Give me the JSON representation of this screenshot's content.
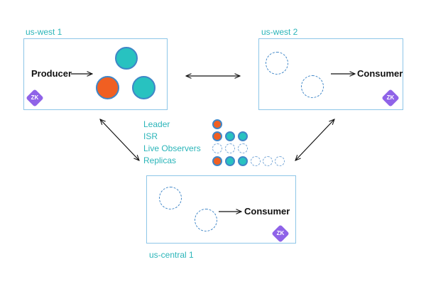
{
  "regions": {
    "us_west_1": {
      "label": "us-west 1"
    },
    "us_west_2": {
      "label": "us-west 2"
    },
    "us_central_1": {
      "label": "us-central 1"
    }
  },
  "clients": {
    "producer": "Producer",
    "consumer_west2": "Consumer",
    "consumer_central": "Consumer"
  },
  "zookeeper": {
    "label": "ZK"
  },
  "legend": {
    "leader": "Leader",
    "isr": "ISR",
    "live_observers": "Live Observers",
    "replicas": "Replicas"
  },
  "colors": {
    "leader": "#f05f22",
    "isr": "#28c2c0",
    "observer_border": "#3f86c7",
    "region_border": "#8ec6e8",
    "region_label": "#2bb5b9",
    "zk": "#8f63e8"
  }
}
